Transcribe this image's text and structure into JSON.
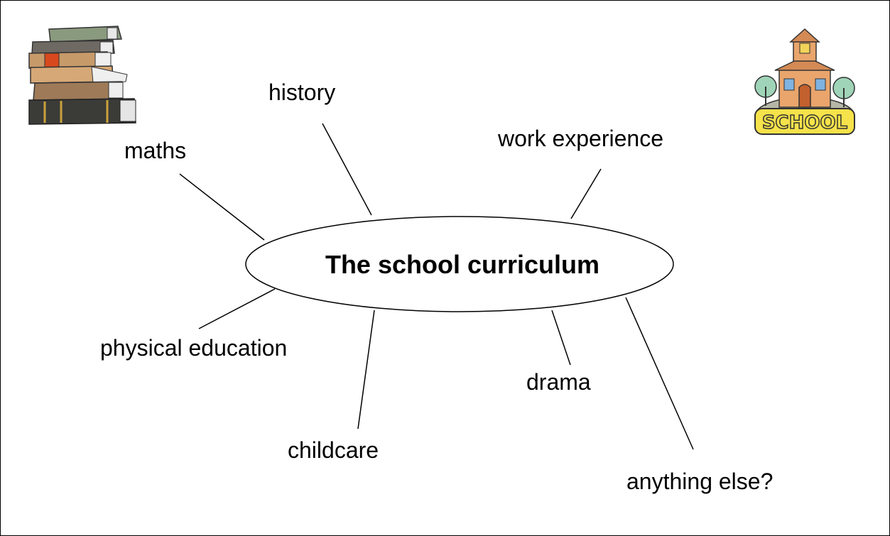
{
  "center": {
    "label": "The school curriculum"
  },
  "branches": [
    {
      "id": "history",
      "label": "history"
    },
    {
      "id": "maths",
      "label": "maths"
    },
    {
      "id": "work-experience",
      "label": "work experience"
    },
    {
      "id": "physical-education",
      "label": "physical education"
    },
    {
      "id": "childcare",
      "label": "childcare"
    },
    {
      "id": "drama",
      "label": "drama"
    },
    {
      "id": "anything-else",
      "label": "anything else?"
    }
  ],
  "icons": {
    "books": "books-stack-icon",
    "school": "school-building-icon"
  },
  "colors": {
    "line": "#000000",
    "background": "#ffffff"
  }
}
